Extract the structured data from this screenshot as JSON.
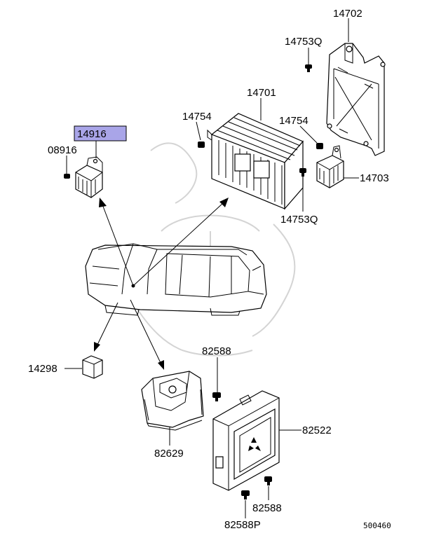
{
  "diagram": {
    "highlight_color": "#a9a5e8",
    "parts": {
      "p14702": "14702",
      "p14753q_top": "14753Q",
      "p14701": "14701",
      "p14754_left": "14754",
      "p14754_right": "14754",
      "p14703": "14703",
      "p14753q_bottom": "14753Q",
      "p14916": "14916",
      "p08916": "08916",
      "p14298": "14298",
      "p82588_top": "82588",
      "p82522": "82522",
      "p82629": "82629",
      "p82588_bottom": "82588",
      "p82588p": "82588P"
    },
    "drawing_number": "500460"
  }
}
